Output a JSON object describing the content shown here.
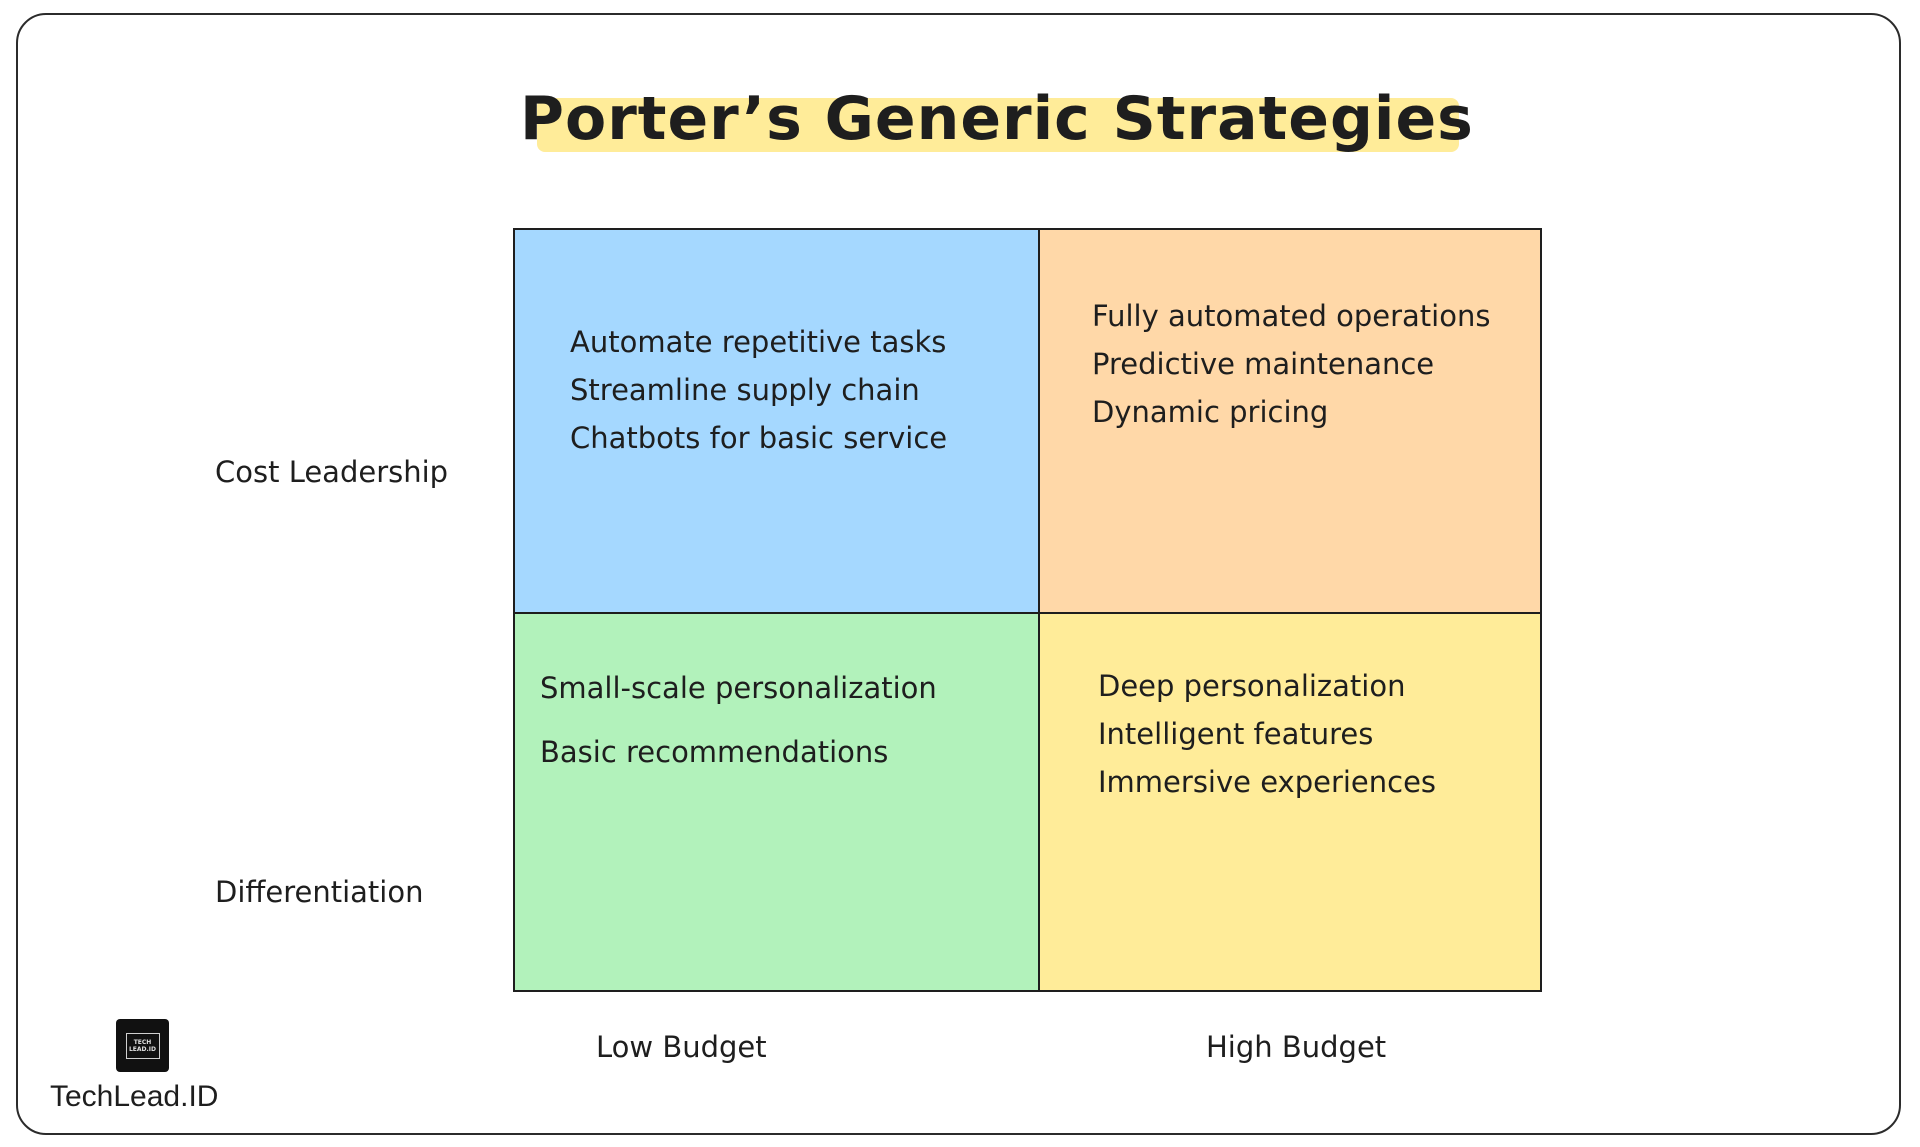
{
  "title": "Porter’s Generic Strategies",
  "rows": {
    "top": "Cost Leadership",
    "bottom": "Differentiation"
  },
  "columns": {
    "left": "Low Budget",
    "right": "High Budget"
  },
  "quadrants": {
    "top_left": {
      "color": "#a5d8ff",
      "items": [
        "Automate repetitive tasks",
        "Streamline supply chain",
        "Chatbots for basic service"
      ]
    },
    "top_right": {
      "color": "#ffd8a8",
      "items": [
        "Fully automated operations",
        "Predictive maintenance",
        "Dynamic pricing"
      ]
    },
    "bottom_left": {
      "color": "#b2f2bb",
      "items": [
        "Small-scale personalization",
        "Basic recommendations"
      ]
    },
    "bottom_right": {
      "color": "#ffec99",
      "items": [
        "Deep personalization",
        "Intelligent features",
        "Immersive experiences"
      ]
    }
  },
  "brand": {
    "logo_line1": "TECH",
    "logo_line2": "LEAD.ID",
    "name": "TechLead.ID"
  },
  "colors": {
    "title_highlight": "#ffec99",
    "stroke": "#1e1e1e"
  }
}
